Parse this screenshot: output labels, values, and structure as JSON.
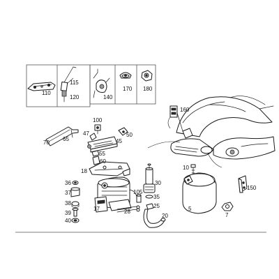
{
  "callouts": {
    "c110": "110",
    "c115": "115",
    "c120": "120",
    "c140": "140",
    "c170": "170",
    "c180": "180",
    "c160": "160",
    "c100": "100",
    "c47": "47",
    "c50": "50",
    "c70": "70",
    "c65": "65",
    "c45": "45",
    "c55": "55",
    "c60": "60",
    "c18": "18",
    "c10": "10",
    "c150": "150",
    "c36": "36",
    "c37": "37",
    "c38": "38",
    "c39": "39",
    "c40": "40",
    "c17": "17",
    "c105": "105",
    "c30": "30",
    "c35": "35",
    "c25": "25",
    "c28": "28",
    "c20": "20",
    "c5": "5",
    "c7": "7"
  }
}
